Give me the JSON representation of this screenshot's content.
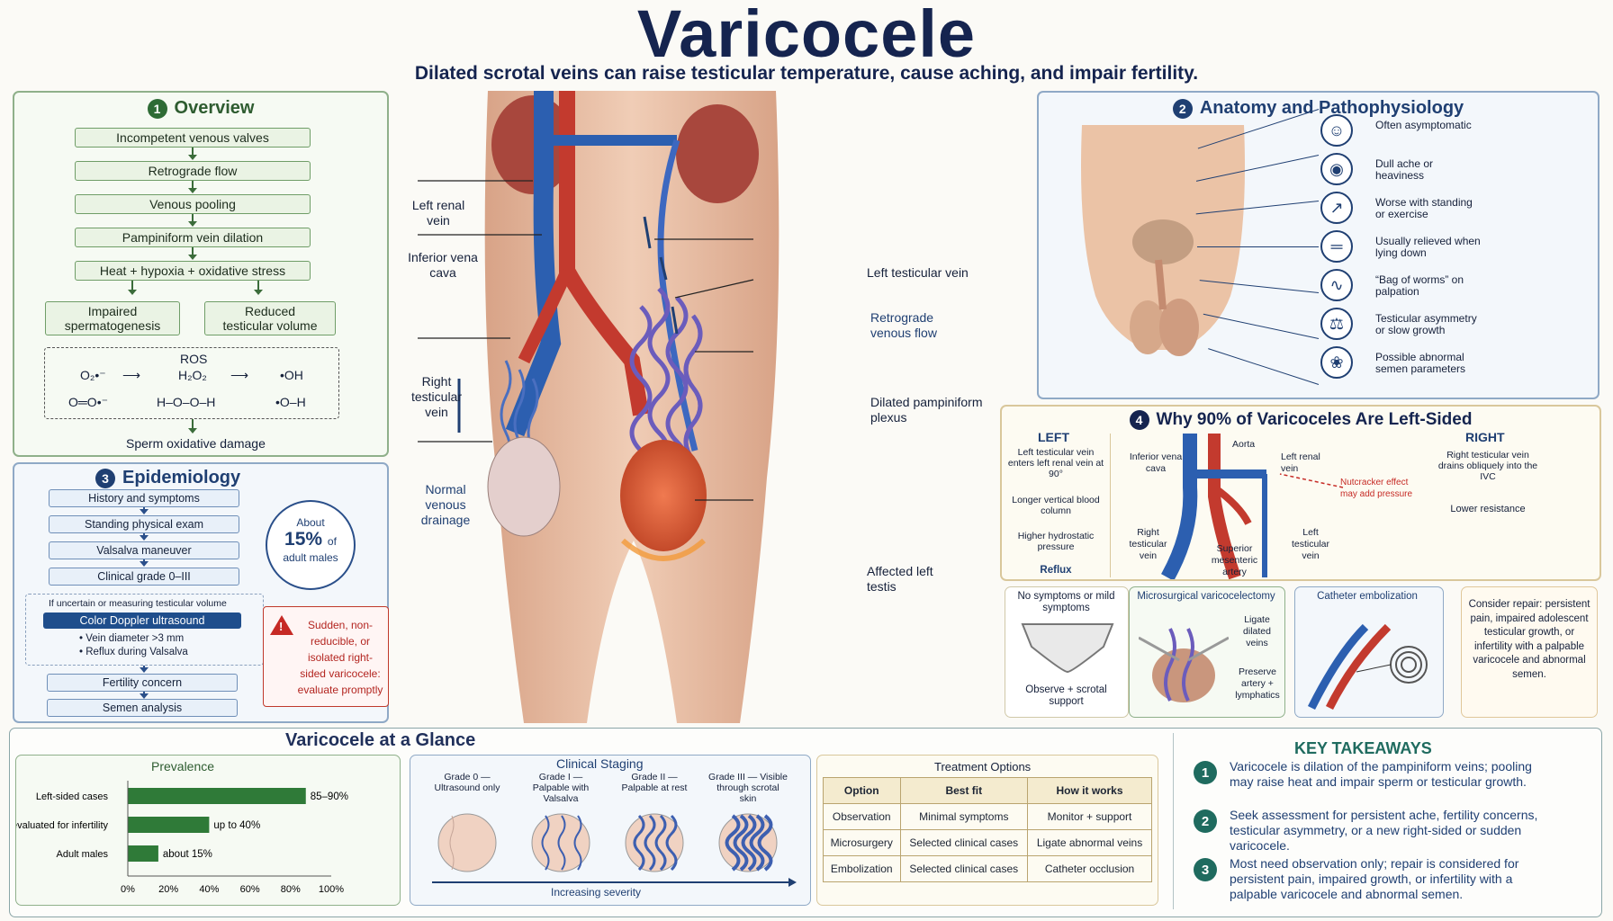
{
  "title": "Varicocele",
  "subtitle": "Dilated scrotal veins can raise testicular temperature, cause aching, and impair fertility.",
  "overview": {
    "number": "1",
    "heading": "Overview",
    "steps": [
      "Incompetent venous valves",
      "Retrograde flow",
      "Venous pooling",
      "Pampiniform vein dilation",
      "Heat + hypoxia + oxidative stress"
    ],
    "left_outcome": "Impaired spermatogenesis",
    "right_outcome": "Reduced testicular volume",
    "ros_label": "ROS",
    "ros_row1": [
      "O₂•⁻",
      "H₂O₂",
      "•OH"
    ],
    "ros_row2": [
      "O═O•⁻",
      "H–O–O–H",
      "•O–H"
    ],
    "final": "Sperm oxidative damage"
  },
  "epidemiology": {
    "number": "3",
    "heading": "Epidemiology",
    "steps": [
      "History and symptoms",
      "Standing physical exam",
      "Valsalva maneuver",
      "Clinical grade 0–III"
    ],
    "dashed_note": "If uncertain or measuring testicular volume",
    "doppler": "Color Doppler ultrasound",
    "doppler_bullets": [
      "Vein diameter >3 mm",
      "Reflux during Valsalva"
    ],
    "steps2": [
      "Fertility concern",
      "Semen analysis"
    ],
    "stat_about": "About",
    "stat_value": "15%",
    "stat_of": "of",
    "stat_group": "adult males",
    "warning": "Sudden, non-reducible, or isolated right-sided varicocele: evaluate promptly"
  },
  "center_labels": {
    "left_renal_vein": "Left renal vein",
    "ivc": "Inferior vena cava",
    "right_testicular_vein": "Right testicular vein",
    "normal_drainage": "Normal venous drainage",
    "left_testicular_vein": "Left testicular vein",
    "retrograde": "Retrograde venous flow",
    "plexus": "Dilated pampiniform plexus",
    "affected": "Affected left testis"
  },
  "anatomy": {
    "number": "2",
    "heading": "Anatomy and Pathophysiology",
    "symptoms": [
      {
        "icon": "person-icon",
        "glyph": "☺",
        "text": "Often asymptomatic"
      },
      {
        "icon": "ache-icon",
        "glyph": "◉",
        "text": "Dull ache or heaviness"
      },
      {
        "icon": "running-icon",
        "glyph": "↗",
        "text": "Worse with standing or exercise"
      },
      {
        "icon": "lying-down-icon",
        "glyph": "═",
        "text": "Usually relieved when lying down"
      },
      {
        "icon": "worms-icon",
        "glyph": "∿",
        "text": "“Bag of worms” on palpation"
      },
      {
        "icon": "scale-icon",
        "glyph": "⚖",
        "text": "Testicular asymmetry or slow growth"
      },
      {
        "icon": "sperm-icon",
        "glyph": "❀",
        "text": "Possible abnormal semen parameters"
      }
    ]
  },
  "left_sided": {
    "number": "4",
    "heading": "Why 90% of Varicoceles Are Left-Sided",
    "left_title": "LEFT",
    "left_steps": [
      "Left testicular vein enters left renal vein at 90°",
      "Longer vertical blood column",
      "Higher hydrostatic pressure",
      "Reflux"
    ],
    "right_title": "RIGHT",
    "right_steps": [
      "Right testicular vein drains obliquely into the IVC",
      "Lower resistance"
    ],
    "diagram_labels": {
      "ivc": "Inferior vena cava",
      "aorta": "Aorta",
      "left_renal": "Left renal vein",
      "nutcracker": "Nutcracker effect may add pressure",
      "right_tv": "Right testicular vein",
      "sma": "Superior mesenteric artery",
      "left_tv": "Left testicular vein"
    }
  },
  "treatments": {
    "observe_title": "No symptoms or mild symptoms",
    "observe_caption": "Observe + scrotal support",
    "micro_title": "Microsurgical varicocelectomy",
    "micro_note1": "Ligate dilated veins",
    "micro_note2": "Preserve artery + lymphatics",
    "cath_title": "Catheter embolization",
    "consider": "Consider repair: persistent pain, impaired adolescent testicular growth, or infertility with a palpable varicocele and abnormal semen."
  },
  "glance": {
    "heading": "Varicocele at a Glance",
    "prevalence_title": "Prevalence",
    "staging_title": "Clinical Staging",
    "treatment_title": "Treatment Options",
    "grades": [
      {
        "label": "Grade 0 — Ultrasound only"
      },
      {
        "label": "Grade I — Palpable with Valsalva"
      },
      {
        "label": "Grade II — Palpable at rest"
      },
      {
        "label": "Grade III — Visible through scrotal skin"
      }
    ],
    "severity": "Increasing severity",
    "table_headers": [
      "Option",
      "Best fit",
      "How it works"
    ],
    "table_rows": [
      [
        "Observation",
        "Minimal symptoms",
        "Monitor + support"
      ],
      [
        "Microsurgery",
        "Selected clinical cases",
        "Ligate abnormal veins"
      ],
      [
        "Embolization",
        "Selected clinical cases",
        "Catheter occlusion"
      ]
    ]
  },
  "chart_data": {
    "type": "bar",
    "title": "Prevalence",
    "categories": [
      "Left-sided cases",
      "Men evaluated for infertility",
      "Adult males"
    ],
    "values": [
      87.5,
      40,
      15
    ],
    "value_labels": [
      "85–90%",
      "up to 40%",
      "about 15%"
    ],
    "xlim": [
      0,
      100
    ],
    "xticks": [
      "0%",
      "20%",
      "40%",
      "60%",
      "80%",
      "100%"
    ],
    "bar_color": "#2f7a38"
  },
  "takeaways": {
    "heading": "KEY TAKEAWAYS",
    "items": [
      {
        "n": "1",
        "text": "Varicocele is dilation of the pampiniform veins; pooling may raise heat and impair sperm or testicular growth."
      },
      {
        "n": "2",
        "text": "Seek assessment for persistent ache, fertility concerns, testicular asymmetry, or a new right-sided or sudden varicocele."
      },
      {
        "n": "3",
        "text": "Most need observation only; repair is considered for persistent pain, impaired growth, or infertility with a palpable varicocele and abnormal semen."
      }
    ]
  }
}
